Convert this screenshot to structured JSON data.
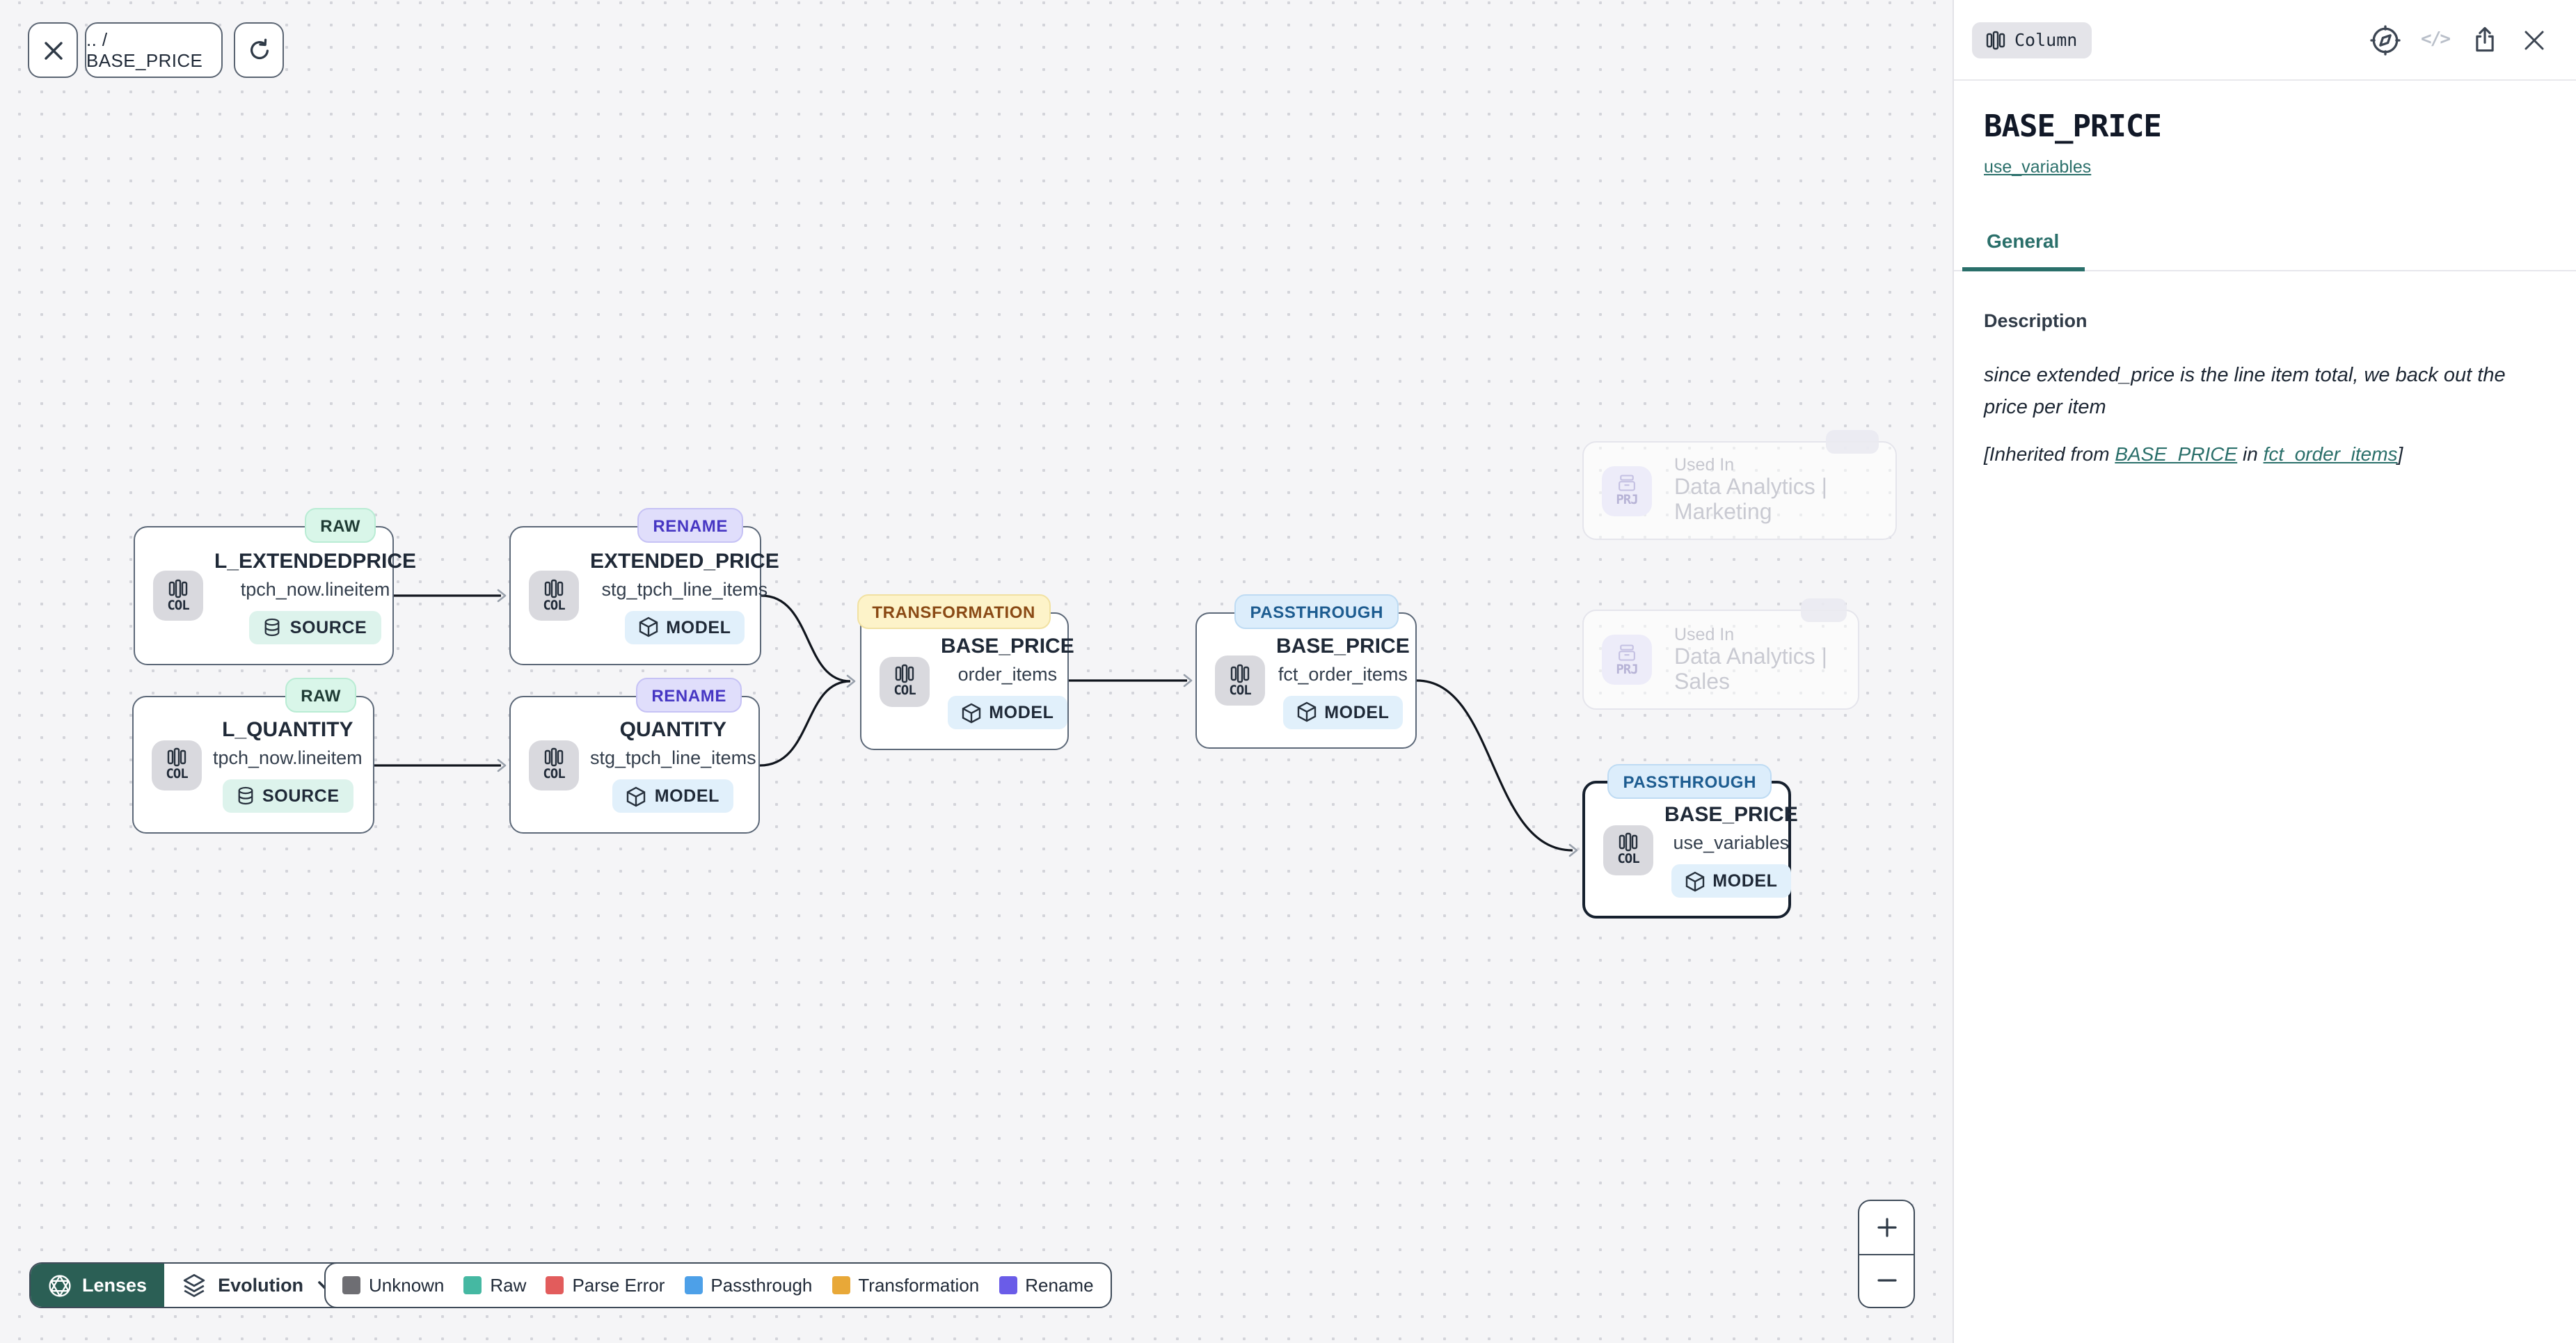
{
  "toolbar": {
    "breadcrumb": ".. / BASE_PRICE",
    "icons": [
      "close-icon",
      "refresh-icon"
    ]
  },
  "canvas": {
    "nodes": [
      {
        "badge": "RAW",
        "icon_label": "COL",
        "title": "L_EXTENDEDPRICE",
        "subtitle": "tpch_now.lineitem",
        "kind": "SOURCE"
      },
      {
        "badge": "RENAME",
        "icon_label": "COL",
        "title": "EXTENDED_PRICE",
        "subtitle": "stg_tpch_line_items",
        "kind": "MODEL"
      },
      {
        "badge": "RAW",
        "icon_label": "COL",
        "title": "L_QUANTITY",
        "subtitle": "tpch_now.lineitem",
        "kind": "SOURCE"
      },
      {
        "badge": "RENAME",
        "icon_label": "COL",
        "title": "QUANTITY",
        "subtitle": "stg_tpch_line_items",
        "kind": "MODEL"
      },
      {
        "badge": "TRANSFORMATION",
        "icon_label": "COL",
        "title": "BASE_PRICE",
        "subtitle": "order_items",
        "kind": "MODEL"
      },
      {
        "badge": "PASSTHROUGH",
        "icon_label": "COL",
        "title": "BASE_PRICE",
        "subtitle": "fct_order_items",
        "kind": "MODEL"
      },
      {
        "badge": "PASSTHROUGH",
        "icon_label": "COL",
        "title": "BASE_PRICE",
        "subtitle": "use_variables",
        "kind": "MODEL",
        "selected": true
      }
    ],
    "used_in_cards": [
      {
        "icon_label": "PRJ",
        "label": "Used In",
        "value": "Data Analytics | Marketing"
      },
      {
        "icon_label": "PRJ",
        "label": "Used In",
        "value": "Data Analytics | Sales"
      }
    ]
  },
  "lenses": {
    "button_label": "Lenses",
    "selected_lens": "Evolution"
  },
  "legend": {
    "items": [
      {
        "label": "Unknown",
        "color": "#6e6e73"
      },
      {
        "label": "Raw",
        "color": "#45b8a2"
      },
      {
        "label": "Parse Error",
        "color": "#e25c5c"
      },
      {
        "label": "Passthrough",
        "color": "#4da0e8"
      },
      {
        "label": "Transformation",
        "color": "#e8a838"
      },
      {
        "label": "Rename",
        "color": "#6a5ce8"
      }
    ]
  },
  "zoom_controls": {
    "zoom_in": "+",
    "zoom_out": "−"
  },
  "panel": {
    "chip": "Column",
    "action_icons": [
      "compass-icon",
      "code-icon",
      "share-icon",
      "close-icon"
    ],
    "title": "BASE_PRICE",
    "subtitle_link": "use_variables",
    "tabs": [
      {
        "label": "General",
        "active": true
      }
    ],
    "section_title": "Description",
    "description": "since extended_price is the line item total, we back out the price per item",
    "inherited": {
      "prefix": "[Inherited from ",
      "model_link": "BASE_PRICE",
      "infix": " in ",
      "table_link": "fct_order_items",
      "suffix": "]"
    }
  },
  "colors": {
    "accent_teal": "#2a6f6a",
    "lenses_button_bg": "#2b5f55",
    "canvas_bg": "#f5f5f7",
    "selected_node_border": "#16202e"
  }
}
